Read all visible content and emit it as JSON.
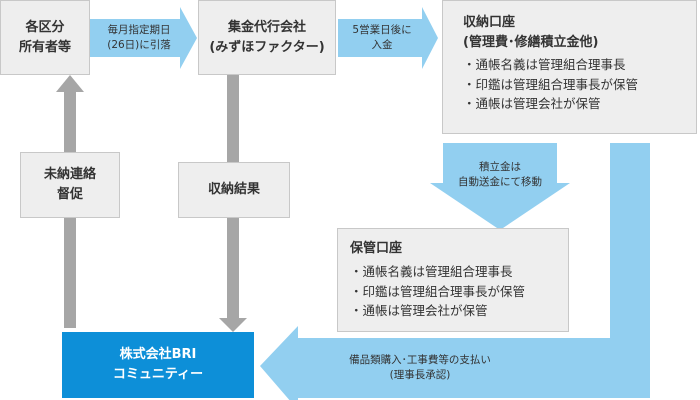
{
  "colors": {
    "box_fill": "#eeeeee",
    "box_border": "#c8c8c8",
    "gray_arrow": "#a6a6a6",
    "light_blue_arrow": "#92cff0",
    "company_fill": "#0d8fd8",
    "text": "#333333"
  },
  "owner_box": {
    "line1": "各区分",
    "line2": "所有者等"
  },
  "collector_box": {
    "line1": "集金代行会社",
    "line2": "(みずほファクター)"
  },
  "collection_account": {
    "title1": "収納口座",
    "title2": "(管理費･修繕積立金他)",
    "items": [
      "・通帳名義は管理組合理事長",
      "・印鑑は管理組合理事長が保管",
      "・通帳は管理会社が保管"
    ]
  },
  "custody_account": {
    "title": "保管口座",
    "items": [
      "・通帳名義は管理組合理事長",
      "・印鑑は管理組合理事長が保管",
      "・通帳は管理会社が保管"
    ]
  },
  "company_box": {
    "line1": "株式会社BRI",
    "line2": "コミュニティー"
  },
  "unpaid_box": {
    "line1": "未納連絡",
    "line2": "督促"
  },
  "result_box": {
    "label": "収納結果"
  },
  "arrows": {
    "withdraw": {
      "line1": "毎月指定期日",
      "line2": "(26日)に引落"
    },
    "deposit": {
      "line1": "5営業日後に",
      "line2": "入金"
    },
    "transfer": {
      "line1": "積立金は",
      "line2": "自動送金にて移動"
    },
    "payment": {
      "line1": "備品類購入･工事費等の支払い",
      "line2": "(理事長承認)"
    }
  }
}
